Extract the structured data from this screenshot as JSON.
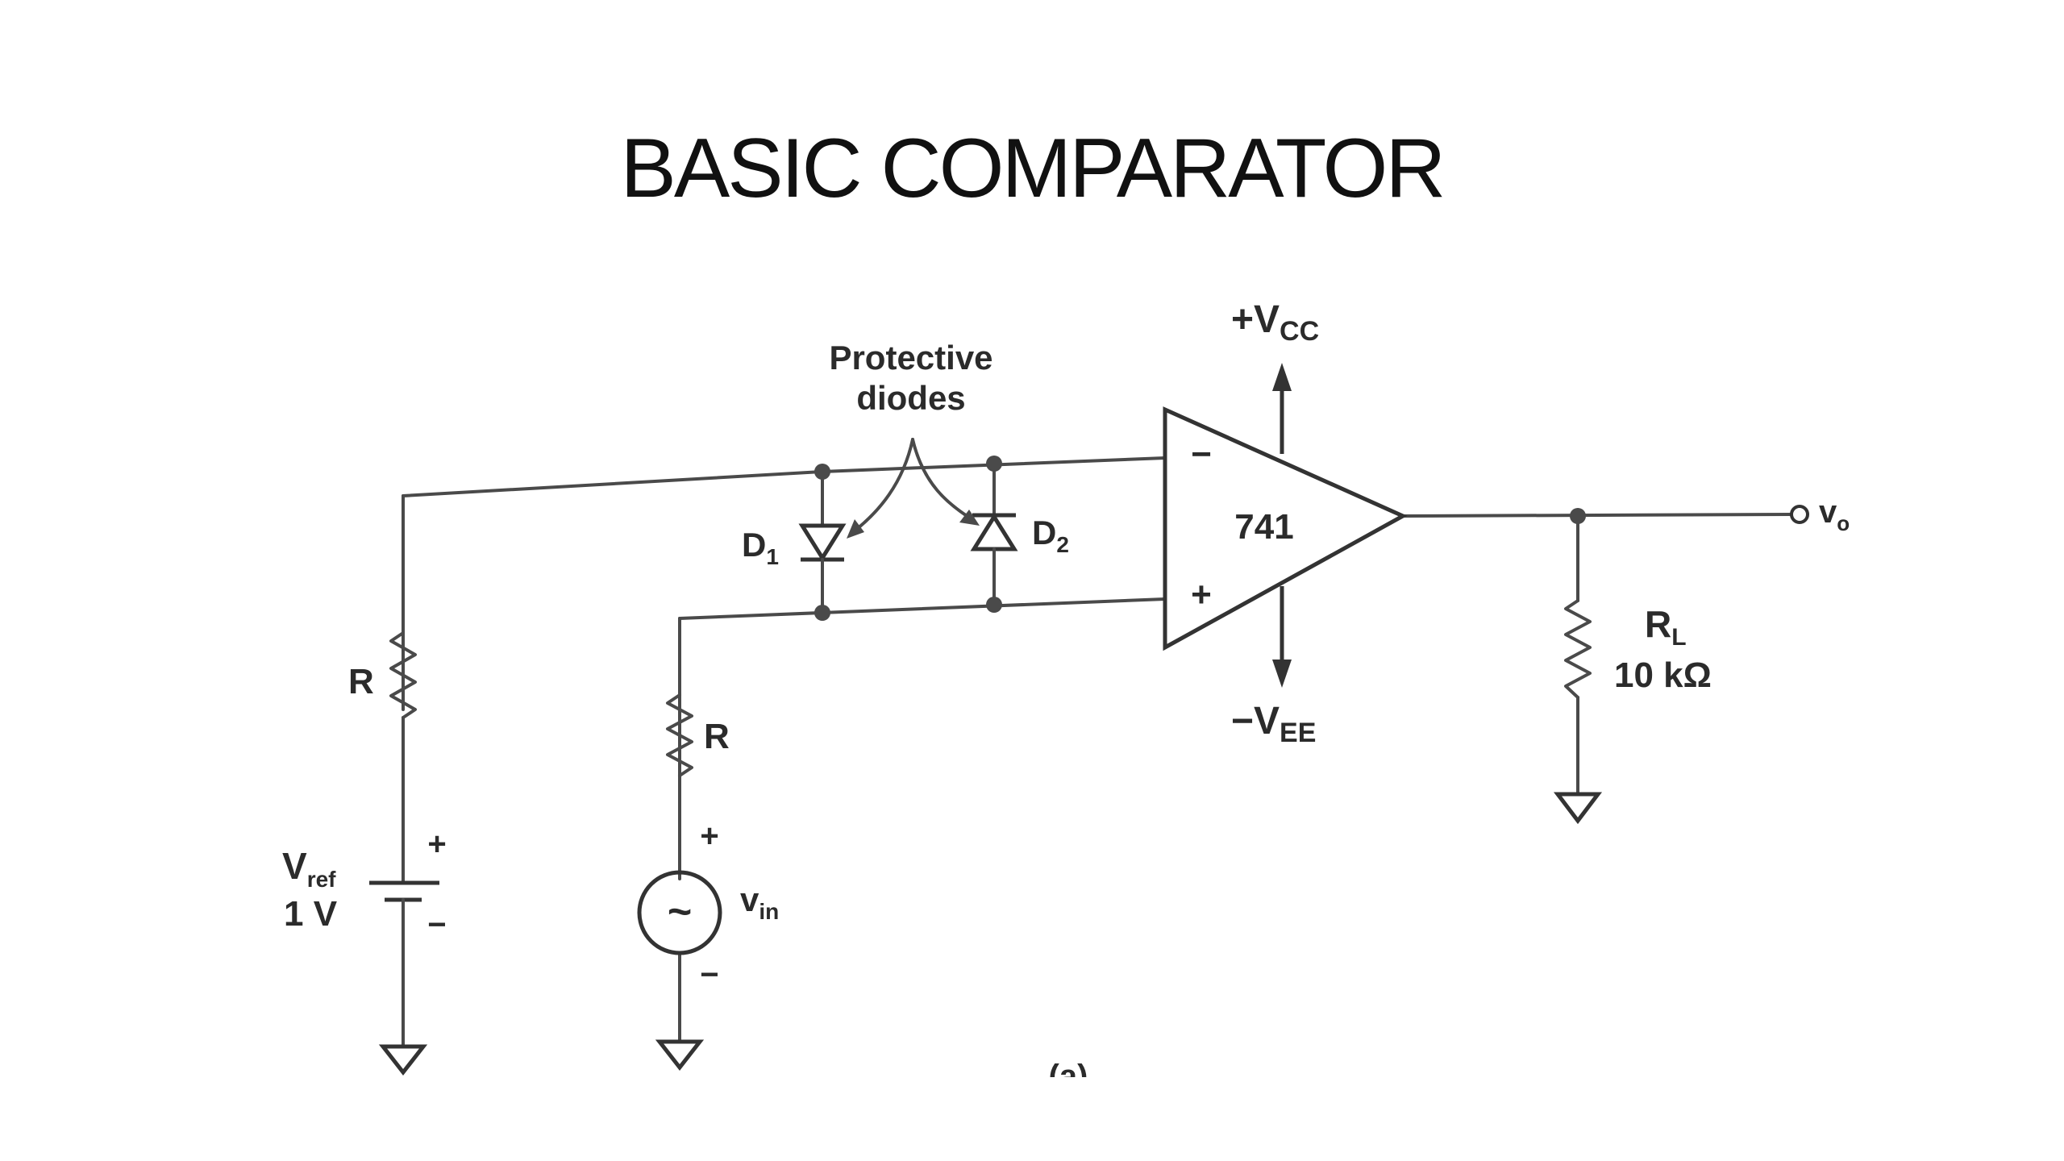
{
  "slide": {
    "title": "BASIC COMPARATOR"
  },
  "schematic": {
    "opamp": {
      "label": "741",
      "inv_sign": "−",
      "noninv_sign": "+"
    },
    "supply_pos": "+V",
    "supply_pos_sub": "CC",
    "supply_neg": "−V",
    "supply_neg_sub": "EE",
    "protective_label_1": "Protective",
    "protective_label_2": "diodes",
    "d1": "D",
    "d1_sub": "1",
    "d2": "D",
    "d2_sub": "2",
    "r_left": "R",
    "r_in": "R",
    "vref": "V",
    "vref_sub": "ref",
    "vref_value": "1 V",
    "vref_plus": "+",
    "vref_minus": "−",
    "vin": "v",
    "vin_sub": "in",
    "vin_plus": "+",
    "vin_minus": "−",
    "source_symbol": "~",
    "vo": "v",
    "vo_sub": "o",
    "rl": "R",
    "rl_sub": "L",
    "rl_value": "10 kΩ",
    "fig_caption": "(a)"
  }
}
